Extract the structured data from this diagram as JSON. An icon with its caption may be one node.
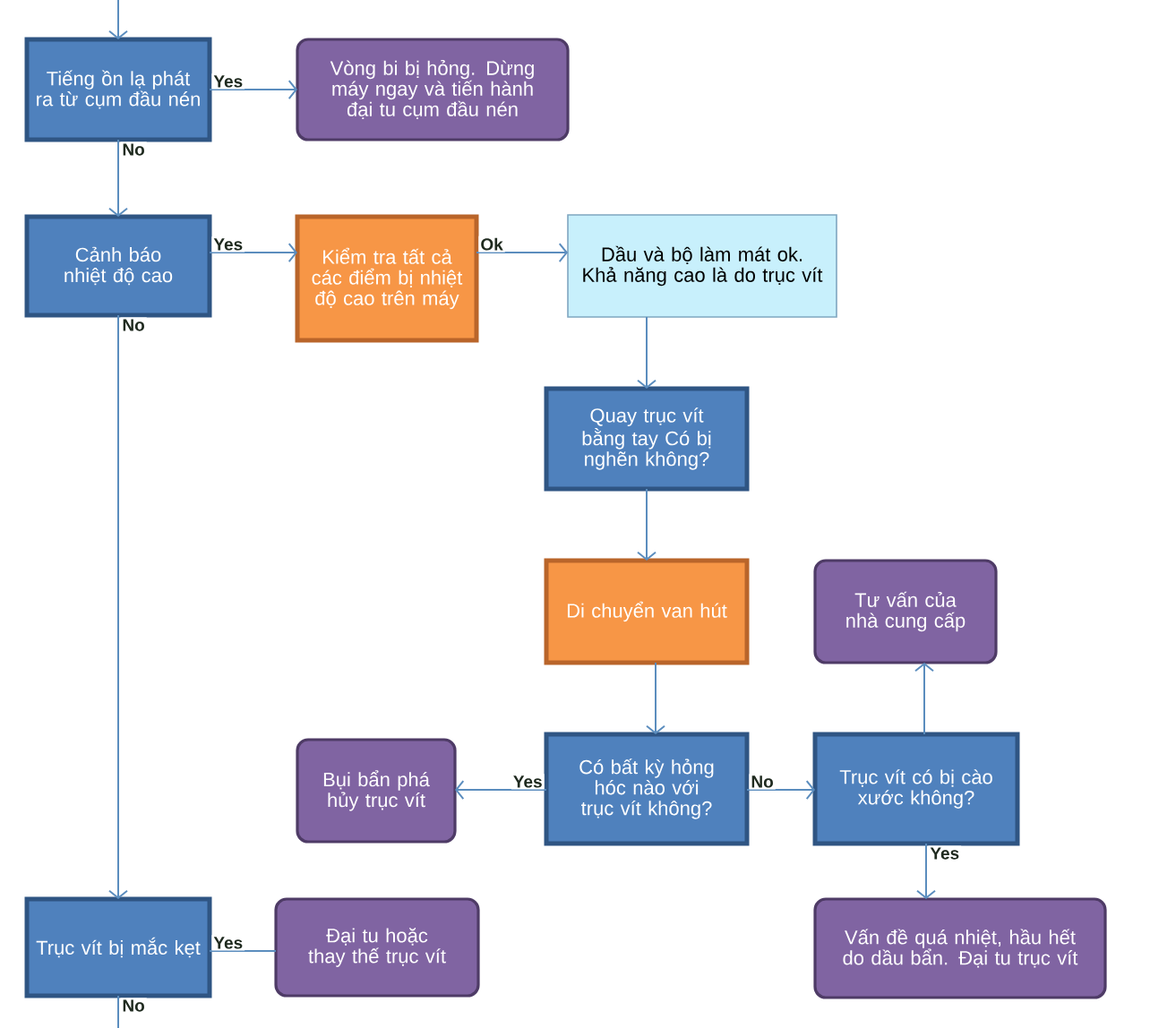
{
  "diagram": {
    "nodes": [
      {
        "text": [
          "Tiếng ồn lạ phát ra từ cụm đầu nén"
        ]
      },
      {
        "text": [
          "Vòng bi bị hỏng. Dừng máy ngay và tiến hành đại tu cụm đầu nén"
        ]
      },
      {
        "text": [
          "Cảnh báo nhiệt độ cao"
        ]
      },
      {
        "text": [
          "Kiểm tra tất cả các điểm bị nhiệt độ cao trên máy"
        ]
      },
      {
        "text": [
          "Dầu và bộ làm mát ok. Khả năng cao là do trục vít"
        ]
      },
      {
        "text": [
          "Quay trục vít bằng tay Có bị nghẽn không?"
        ]
      },
      {
        "text": [
          "Di chuyển van hút"
        ]
      },
      {
        "text": [
          "Có bất kỳ hỏng hóc nào với trục vít không?"
        ]
      },
      {
        "text": [
          "Trục vít có bị cào xước không?"
        ]
      },
      {
        "text": [
          "Tư vấn của nhà cung cấp"
        ]
      },
      {
        "text": [
          "Bụi bẩn phá hủy trục vít"
        ]
      },
      {
        "text": [
          "Vấn đề quá nhiệt, hầu hết do dầu bẩn. Đại tu trục vít"
        ]
      },
      {
        "text": [
          "Trục vít bị mắc kẹt"
        ]
      },
      {
        "text": [
          "Đại tu hoặc thay thế trục vít"
        ]
      }
    ],
    "edges": [
      {
        "from": null,
        "to": 0,
        "arrow": "to"
      },
      {
        "from": 0,
        "to": 1,
        "arrow": "to",
        "label": "Yes"
      },
      {
        "from": 0,
        "to": 2,
        "arrow": "to",
        "label": "No"
      },
      {
        "from": 2,
        "to": 3,
        "arrow": "to",
        "label": "Yes"
      },
      {
        "from": 3,
        "to": 4,
        "arrow": "to",
        "label": "Ok"
      },
      {
        "from": 2,
        "to": 12,
        "arrow": "to",
        "label": "No"
      },
      {
        "from": 4,
        "to": 5,
        "arrow": "to"
      },
      {
        "from": 5,
        "to": 6,
        "arrow": "to"
      },
      {
        "from": 6,
        "to": 7,
        "arrow": "to"
      },
      {
        "from": 7,
        "to": 10,
        "arrow": "to",
        "label": "Yes"
      },
      {
        "from": 7,
        "to": 8,
        "arrow": "to",
        "label": "No"
      },
      {
        "from": 8,
        "to": 9,
        "arrow": "to"
      },
      {
        "from": 8,
        "to": 11,
        "arrow": "to",
        "label": "Yes"
      },
      {
        "from": 12,
        "to": 13,
        "arrow": "none",
        "label": "Yes"
      },
      {
        "from": 12,
        "to": null,
        "arrow": "none",
        "label": "No"
      }
    ]
  }
}
